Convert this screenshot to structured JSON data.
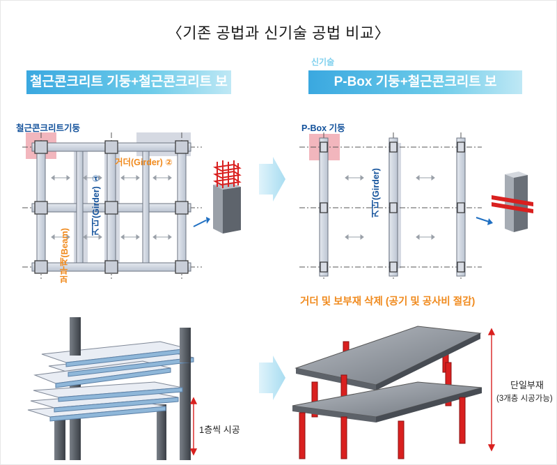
{
  "title": "〈기존 공법과 신기술 공법 비교〉",
  "left": {
    "banner": "철근콘크리트 기둥+철근콘크리트 보",
    "column_label": "철근콘크리트기둥",
    "girder1_label": "거더(Girder) ①",
    "girder2_label": "거더(Girder) ②",
    "beam_label": "보부재(Beam)",
    "note": "1층씩 시공"
  },
  "right": {
    "small_label": "신기술",
    "banner": "P-Box 기둥+철근콘크리트 보",
    "column_label": "P-Box 기둥",
    "girder_label": "거더(Girder)",
    "caption": "거더 및 보부재 삭제 (공기 및 공사비 절감)",
    "note_title": "단일부재",
    "note_sub": "(3개층 시공가능)"
  },
  "colors": {
    "banner": "#3aa8e0",
    "label_blue": "#12519b",
    "label_orange": "#f08a1d",
    "highlight_pink": "#f2b6bd",
    "column_red": "#d9201f",
    "arrow_blue": "#1f6fc2"
  }
}
